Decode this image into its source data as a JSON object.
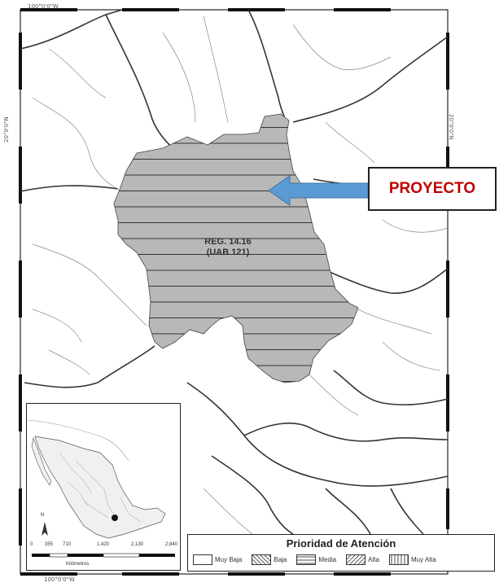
{
  "coords": {
    "top": "100°0'0\"W",
    "bottom": "100°0'0\"W",
    "left": "20°0'0\"N",
    "right": "20°0'0\"N"
  },
  "project": {
    "label": "PROYECTO",
    "arrow_color": "#5b9bd5",
    "label_color": "#c00000"
  },
  "region": {
    "line1": "REG. 14.16",
    "line2": "(UAB 121)",
    "fill": "#b8b8b8"
  },
  "legend": {
    "title": "Prioridad de Atención",
    "items": [
      {
        "label": "Muy Baja",
        "pattern": "none"
      },
      {
        "label": "Baja",
        "pattern": "diagonal-back"
      },
      {
        "label": "Media",
        "pattern": "horizontal"
      },
      {
        "label": "Alta",
        "pattern": "diagonal"
      },
      {
        "label": "Muy Alta",
        "pattern": "vertical"
      }
    ]
  },
  "inset": {
    "north_label": "N",
    "scale_ticks": [
      "0",
      "355",
      "710",
      "1,420",
      "2,130",
      "2,840"
    ],
    "scale_unit": "Kilómetros"
  }
}
